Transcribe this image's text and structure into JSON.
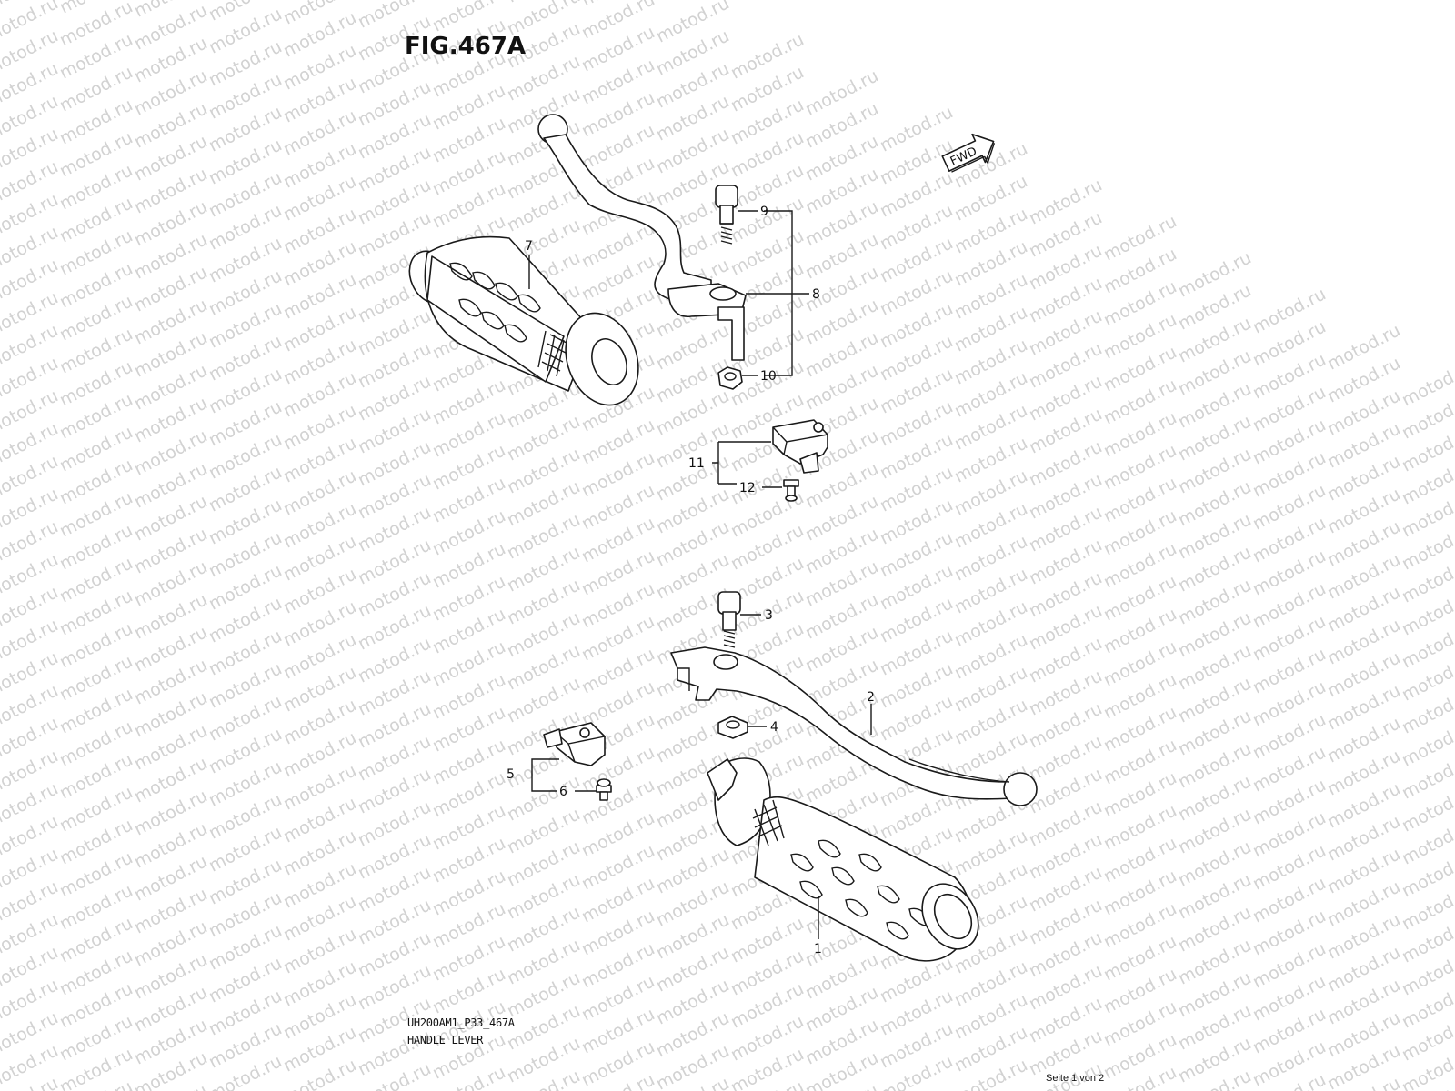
{
  "title": "FIG.467A",
  "watermark_text": "motod.ru",
  "fwd_label": "FWD",
  "callouts": [
    "1",
    "2",
    "3",
    "4",
    "5",
    "6",
    "7",
    "8",
    "9",
    "10",
    "11",
    "12"
  ],
  "drawing_code": "UH200AM1_P33_467A",
  "drawing_name": "HANDLE LEVER",
  "page_indicator": "Seite 1 von 2",
  "colors": {
    "line": "#1a1a1a",
    "watermark": "#d2d2d2",
    "background": "#ffffff"
  }
}
